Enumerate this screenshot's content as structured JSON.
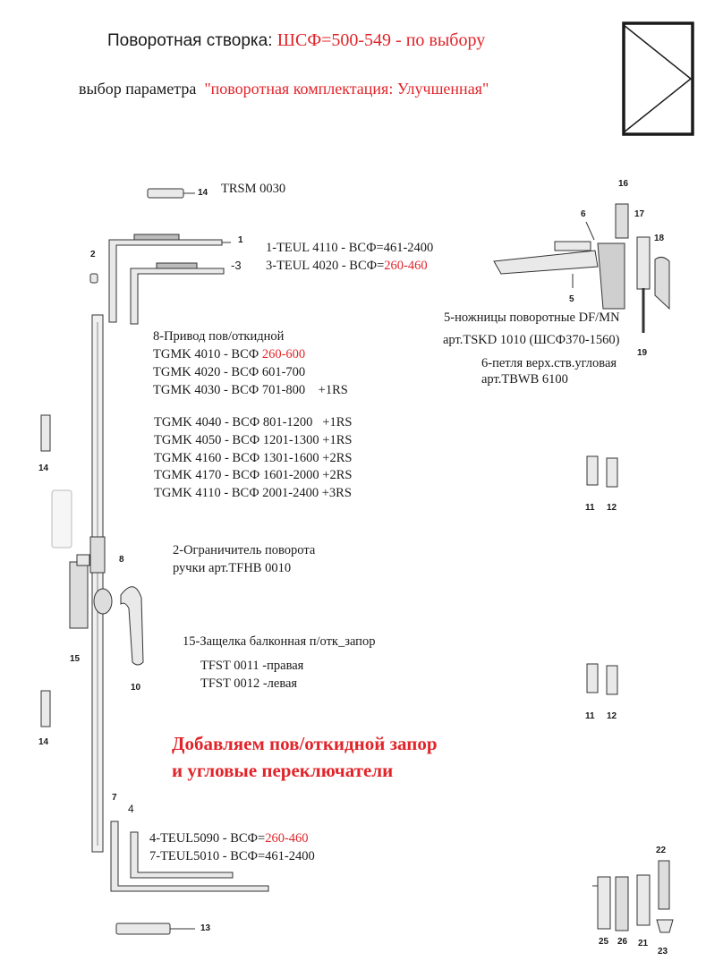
{
  "header": {
    "title_prefix": "Поворотная створка: ",
    "title_value": "ШСФ=500-549 - по выбору",
    "param_prefix": "выбор параметра ",
    "param_value": "\"поворотная комплектация: Улучшенная\""
  },
  "colors": {
    "accent_red": "#e0242a",
    "ink": "#1a1a1a",
    "part_gray": "#555555"
  },
  "parts": {
    "p14_top": {
      "label": "TRSM 0030"
    },
    "p1": {
      "prefix": "1-TEUL 4110 - ВСФ=461-2400"
    },
    "p3": {
      "prefix": "3-TEUL 4020 - ВСФ=",
      "value": "260-460"
    },
    "p8": {
      "title": "8-Привод пов/откидной",
      "first_prefix": "TGMK 4010 - ВСФ ",
      "first_value": "260-600",
      "rows": [
        "TGMK 4020 - ВСФ 601-700",
        "TGMK 4030 - ВСФ 701-800    +1RS",
        "TGMK 4040 - ВСФ 801-1200   +1RS",
        "TGMK 4050 - ВСФ 1201-1300 +1RS",
        "TGMK 4160 - ВСФ 1301-1600 +2RS",
        "TGMK 4170 - ВСФ 1601-2000 +2RS",
        "TGMK 4110 - ВСФ 2001-2400 +3RS"
      ]
    },
    "p5": {
      "line1": "5-ножницы поворотные DF/MN",
      "line2": "арт.TSKD 1010  (ШСФ370-1560)"
    },
    "p6": {
      "line1": "6-петля верх.ств.угловая",
      "line2": "арт.TBWB 6100"
    },
    "p2": {
      "line1": "2-Ограничитель поворота",
      "line2": "ручки арт.TFHB 0010"
    },
    "p15": {
      "line1": "15-Защелка балконная п/отк_запор",
      "line2": "TFST 0011 -правая",
      "line3": "TFST 0012 -левая"
    },
    "note": {
      "line1": "Добавляем пов/откидной запор",
      "line2": "и угловые переключатели"
    },
    "p4": {
      "prefix": "4-TEUL5090 - ВСФ=",
      "value": "260-460"
    },
    "p7": {
      "line": "7-TEUL5010 - ВСФ=461-2400"
    }
  },
  "callouts": {
    "n14a": "14",
    "n1": "1",
    "n2": "2",
    "n3": "-3",
    "n16": "16",
    "n6": "6",
    "n17": "17",
    "n18": "18",
    "n5": "5",
    "n19": "19",
    "n14b": "14",
    "n11a": "11",
    "n12a": "12",
    "n8": "8",
    "n15": "15",
    "n10": "10",
    "n11b": "11",
    "n12b": "12",
    "n14c": "14",
    "n7": "7",
    "n4": "4",
    "n22": "22",
    "n13": "13",
    "n25": "25",
    "n26": "26",
    "n21": "21",
    "n23": "23"
  }
}
